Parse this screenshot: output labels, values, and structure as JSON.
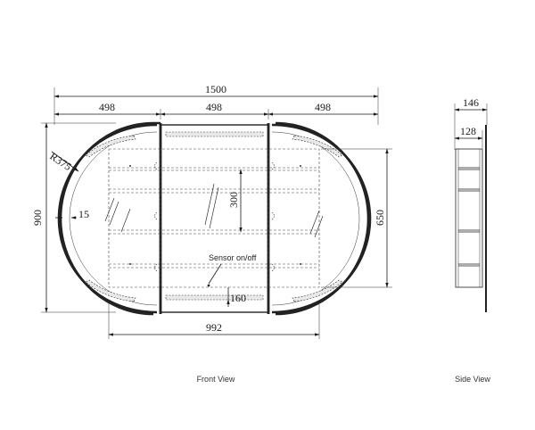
{
  "front_view": {
    "title": "Front View",
    "dims": {
      "overall_width": "1500",
      "panel_left": "498",
      "panel_center": "498",
      "panel_right": "498",
      "height": "900",
      "radius": "R375",
      "edge_offset": "15",
      "shelf_spacing": "300",
      "inner_height": "650",
      "inner_width": "992",
      "bottom_offset": "160"
    },
    "sensor_label": "Sensor on/off"
  },
  "side_view": {
    "title": "Side View",
    "dims": {
      "depth_total": "146",
      "depth_body": "128"
    }
  }
}
